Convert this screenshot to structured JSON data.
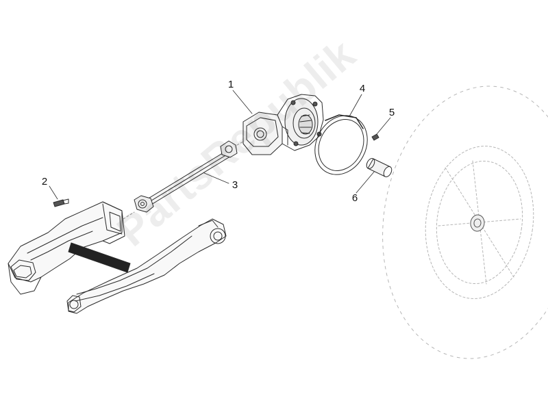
{
  "diagram": {
    "callouts": [
      "1",
      "2",
      "3",
      "4",
      "5",
      "6"
    ],
    "watermark": "PartsRepublik"
  },
  "colors": {
    "line": "#2a2a2a",
    "shade": "#9a9a9a",
    "ghost": "#b5b5b5",
    "dark": "#444444"
  }
}
